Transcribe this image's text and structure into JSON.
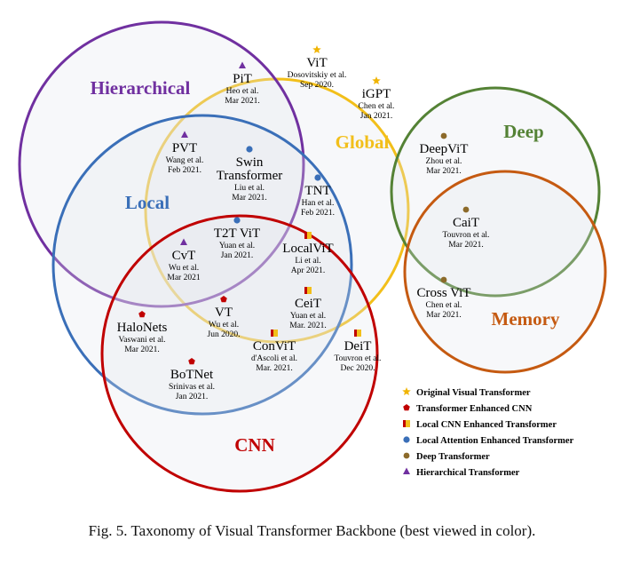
{
  "colors": {
    "hierarchical": "#7030a0",
    "global": "#f2bf1a",
    "local": "#3a6fb8",
    "cnn": "#c00000",
    "deep": "#548235",
    "memory": "#c55a11",
    "original_marker": "#f0b400",
    "enhanced_cnn_marker": "#c00000",
    "local_cnn_marker_red": "#c00000",
    "local_cnn_marker_yellow": "#f2bf1a",
    "local_attention_marker": "#3a6fb8",
    "deep_marker": "#8c6a2a",
    "hierarchical_marker": "#7030a0"
  },
  "regions": {
    "hierarchical": "Hierarchical",
    "global": "Global",
    "local": "Local",
    "cnn": "CNN",
    "deep": "Deep",
    "memory": "Memory"
  },
  "models": [
    {
      "key": "vit",
      "marker": "star",
      "name": "ViT",
      "ref1": "Dosovitskiy et al.",
      "ref2": "Sep 2020."
    },
    {
      "key": "igpt",
      "marker": "star",
      "name": "iGPT",
      "ref1": "Chen et al.",
      "ref2": "Jan 2021."
    },
    {
      "key": "pit",
      "marker": "triangle",
      "name": "PiT",
      "ref1": "Heo et al.",
      "ref2": "Mar 2021."
    },
    {
      "key": "pvt",
      "marker": "triangle",
      "name": "PVT",
      "ref1": "Wang et al.",
      "ref2": "Feb 2021."
    },
    {
      "key": "swin",
      "marker": "circle",
      "name": "Swin",
      "name2": "Transformer",
      "ref1": "Liu et al.",
      "ref2": "Mar 2021."
    },
    {
      "key": "tnt",
      "marker": "circle",
      "name": "TNT",
      "ref1": "Han et al.",
      "ref2": "Feb 2021."
    },
    {
      "key": "t2t",
      "marker": "circle",
      "name": "T2T ViT",
      "ref1": "Yuan et al.",
      "ref2": "Jan 2021."
    },
    {
      "key": "cvt",
      "marker": "triangle",
      "name": "CvT",
      "ref1": "Wu et al.",
      "ref2": "Mar 2021"
    },
    {
      "key": "localvit",
      "marker": "square",
      "name": "LocalViT",
      "ref1": "Li et al.",
      "ref2": "Apr 2021."
    },
    {
      "key": "ceit",
      "marker": "square",
      "name": "CeiT",
      "ref1": "Yuan et al.",
      "ref2": "Mar. 2021."
    },
    {
      "key": "vt",
      "marker": "pentagon",
      "name": "VT",
      "ref1": "Wu et al.",
      "ref2": "Jun 2020."
    },
    {
      "key": "halonets",
      "marker": "pentagon",
      "name": "HaloNets",
      "ref1": "Vaswani et al.",
      "ref2": "Mar 2021."
    },
    {
      "key": "convit",
      "marker": "square",
      "name": "ConViT",
      "ref1": "d'Ascoli et al.",
      "ref2": "Mar. 2021."
    },
    {
      "key": "deit",
      "marker": "square",
      "name": "DeiT",
      "ref1": "Touvron et al.",
      "ref2": "Dec 2020."
    },
    {
      "key": "botnet",
      "marker": "pentagon",
      "name": "BoTNet",
      "ref1": "Srinivas et al.",
      "ref2": "Jan 2021."
    },
    {
      "key": "deepvit",
      "marker": "dot",
      "name": "DeepViT",
      "ref1": "Zhou et al.",
      "ref2": "Mar 2021."
    },
    {
      "key": "cait",
      "marker": "dot",
      "name": "CaiT",
      "ref1": "Touvron et al.",
      "ref2": "Mar 2021."
    },
    {
      "key": "crossvit",
      "marker": "dot",
      "name": "Cross ViT",
      "ref1": "Chen et al.",
      "ref2": "Mar 2021."
    }
  ],
  "legend": [
    {
      "marker": "star",
      "label": "Original Visual Transformer"
    },
    {
      "marker": "pentagon",
      "label": "Transformer Enhanced CNN"
    },
    {
      "marker": "square",
      "label": "Local CNN Enhanced Transformer"
    },
    {
      "marker": "circle",
      "label": "Local Attention Enhanced Transformer"
    },
    {
      "marker": "dot",
      "label": "Deep Transformer"
    },
    {
      "marker": "triangle",
      "label": "Hierarchical Transformer"
    }
  ],
  "caption": "Fig. 5.  Taxonomy of Visual Transformer Backbone (best viewed in color)."
}
